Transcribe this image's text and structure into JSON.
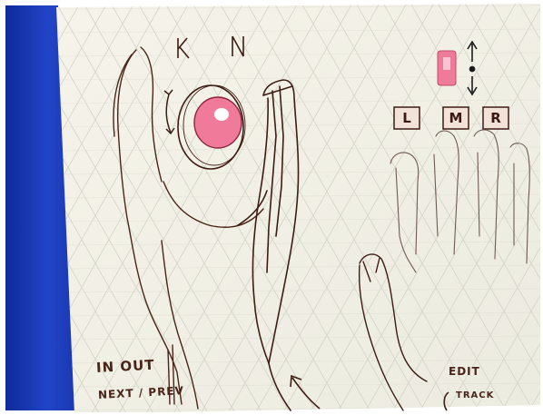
{
  "labels": {
    "in_out": "IN OUT",
    "next_prev": "NEXT / PREV",
    "edit": "EDIT",
    "track": "TRACK"
  },
  "mouse_buttons": [
    "L",
    "M",
    "R"
  ],
  "colors": {
    "monitor_blue": "#1f3fc0",
    "paper": "#f3f1e6",
    "grid_line": "#d6d6cc",
    "ink": "#3d1c14",
    "highlight_pink": "#f07a9a"
  },
  "icons": [
    "scroll-up-arrow-icon",
    "scroll-down-arrow-icon",
    "rotate-arrow-icon"
  ]
}
